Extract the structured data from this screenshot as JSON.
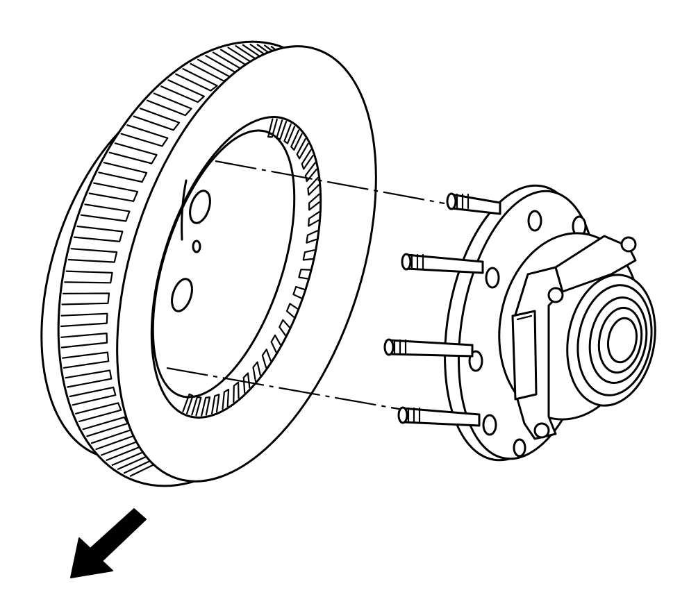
{
  "diagram": {
    "type": "exploded-view",
    "parts": [
      {
        "name": "brake-rotor",
        "icon": "rotor-icon"
      },
      {
        "name": "wheel-hub-bearing",
        "icon": "hub-icon"
      },
      {
        "name": "wheel-studs",
        "icon": "stud-icon",
        "count": 4
      },
      {
        "name": "direction-arrow",
        "icon": "arrow-icon",
        "direction": "down-left"
      }
    ],
    "colors": {
      "stroke": "#000000",
      "fill": "#ffffff"
    }
  }
}
